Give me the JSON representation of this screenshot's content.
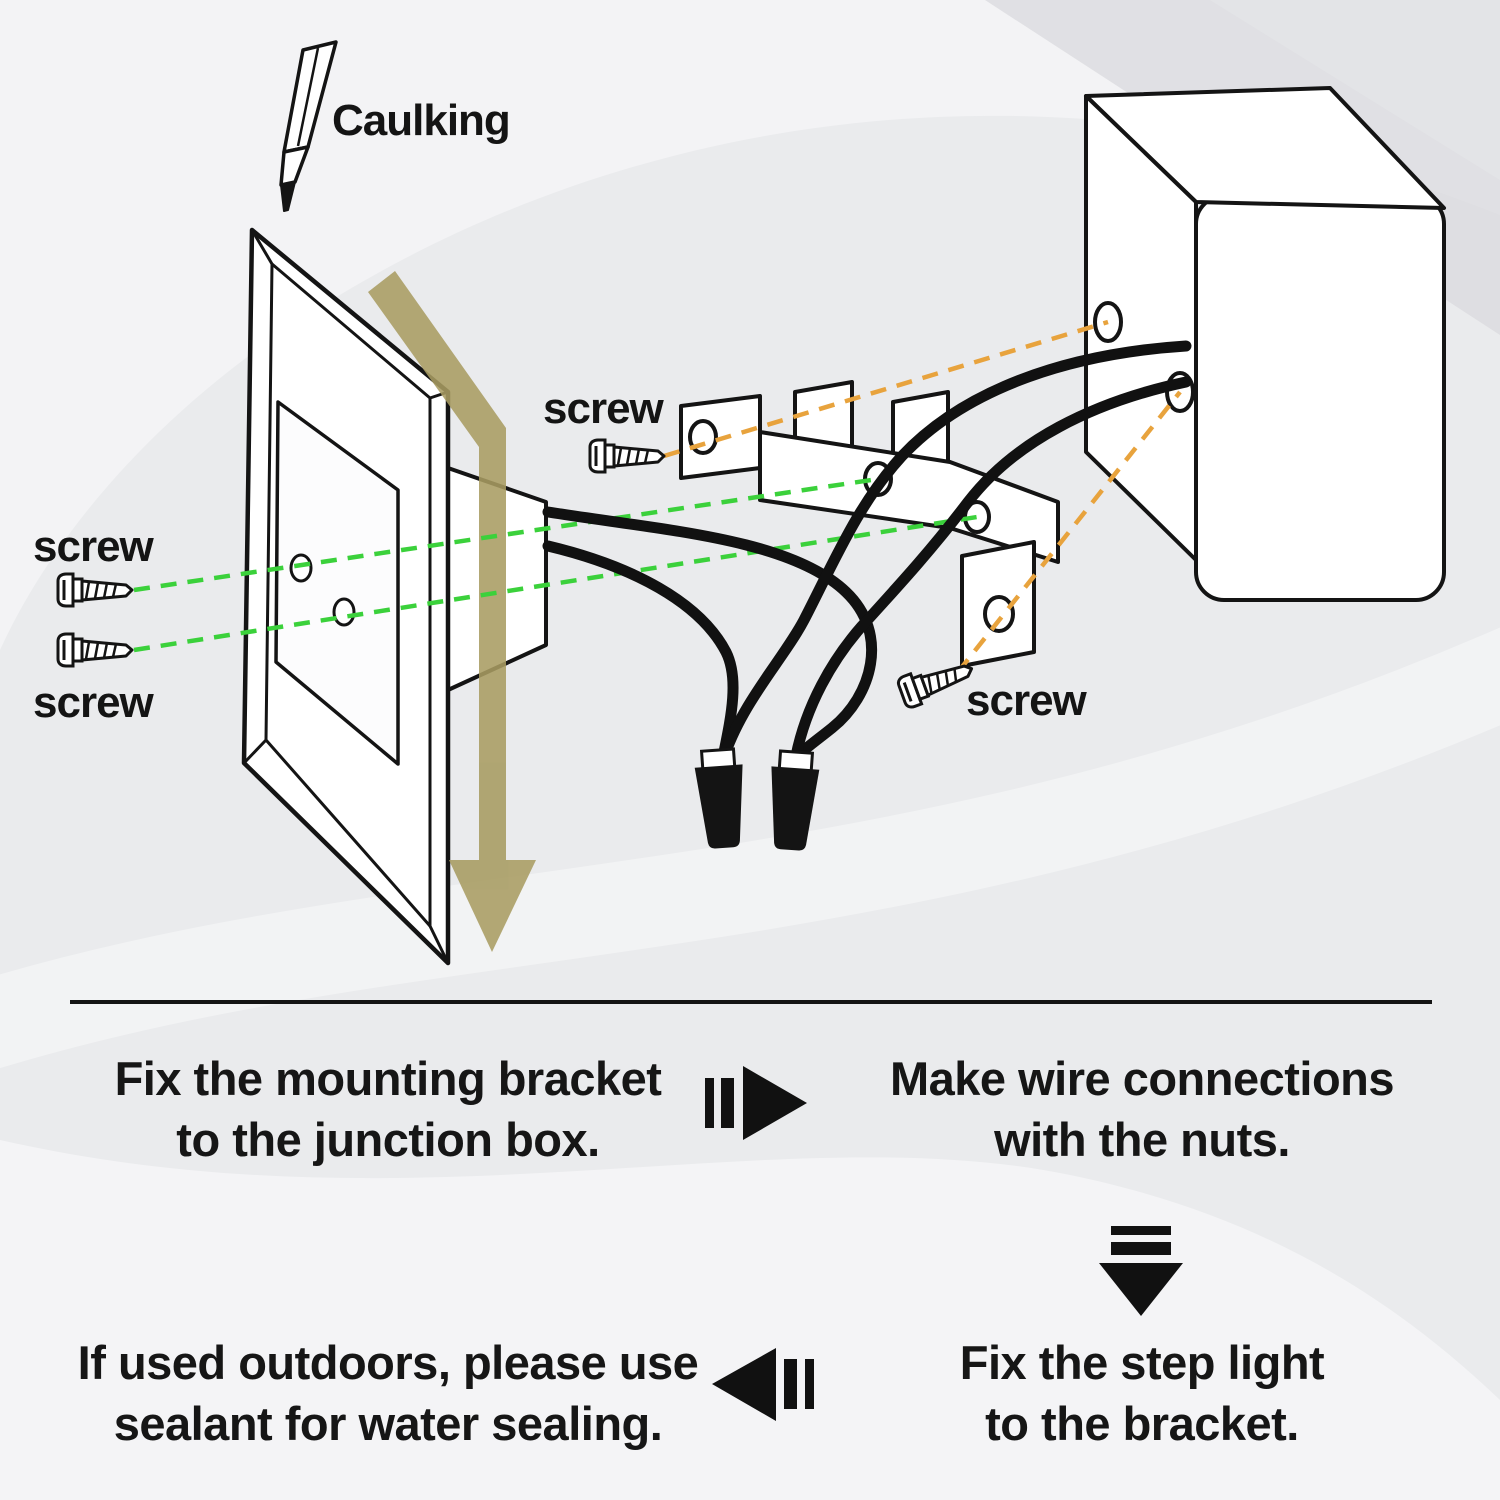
{
  "labels": {
    "caulking": "Caulking",
    "screw_top": "screw",
    "screw_left_1": "screw",
    "screw_left_2": "screw",
    "screw_right": "screw"
  },
  "instructions": {
    "step1": "Fix the mounting bracket\nto the junction box.",
    "step2": "Make wire connections\nwith the nuts.",
    "step3": "Fix the step light\nto the bracket.",
    "step4": "If used outdoors, please use\nsealant for water sealing."
  },
  "colors": {
    "align_light_to_bracket": "#3bd13b",
    "align_bracket_to_box": "#e8a33d",
    "caulk_arrow": "#a89c62",
    "line": "#141414",
    "text": "#161616"
  }
}
